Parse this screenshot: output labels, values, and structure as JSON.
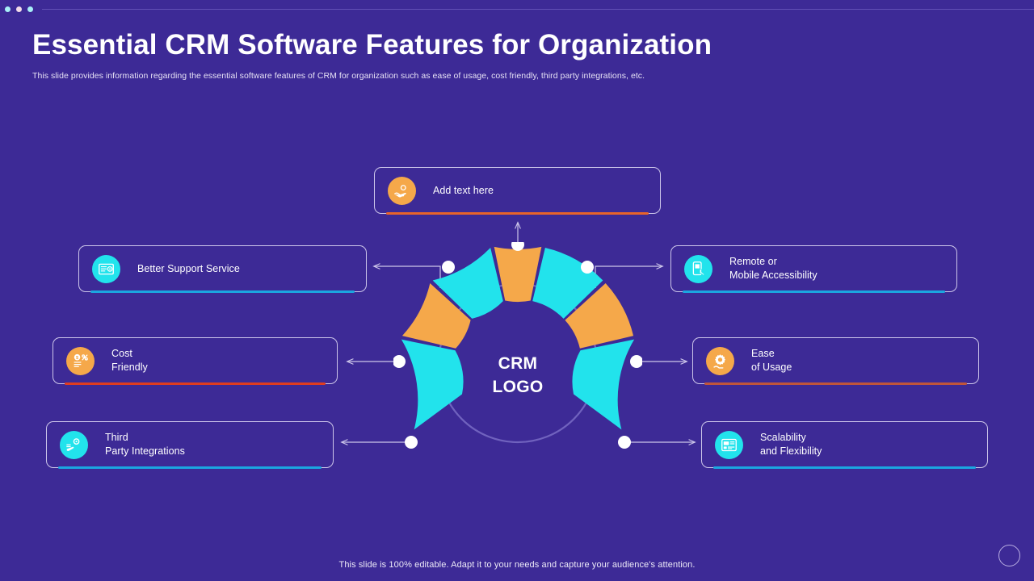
{
  "window": {
    "dots": [
      "window-dot-1",
      "window-dot-2",
      "window-dot-3"
    ]
  },
  "header": {
    "title": "Essential CRM Software Features for Organization",
    "subtitle": "This slide provides information regarding the essential software features of CRM for organization such as ease of usage, cost friendly, third party integrations, etc."
  },
  "hub": {
    "line1": "CRM",
    "line2": "LOGO"
  },
  "cards": [
    {
      "id": "add-text",
      "label_line1": "Add text here",
      "label_line2": "",
      "icon": "hand-coin-icon",
      "badge_color": "#f5a84a",
      "underline_color": "#e8632a",
      "position": "top"
    },
    {
      "id": "better-support-service",
      "label_line1": "Better Support Service",
      "label_line2": "",
      "icon": "document-gear-icon",
      "badge_color": "#22e3ec",
      "underline_color": "#1ba6e0",
      "position": "left-top"
    },
    {
      "id": "cost-friendly",
      "label_line1": "Cost",
      "label_line2": "Friendly",
      "icon": "money-percent-icon",
      "badge_color": "#f5a84a",
      "underline_color": "#e03c1f",
      "position": "left-middle"
    },
    {
      "id": "third-party-integrations",
      "label_line1": "Third",
      "label_line2": "Party Integrations",
      "icon": "hand-gear-icon",
      "badge_color": "#22e3ec",
      "underline_color": "#1ba6e0",
      "position": "left-bottom"
    },
    {
      "id": "remote-or-mobile-accessibility",
      "label_line1": "Remote or",
      "label_line2": "Mobile Accessibility",
      "icon": "mobile-touch-icon",
      "badge_color": "#22e3ec",
      "underline_color": "#1ba6e0",
      "position": "right-top"
    },
    {
      "id": "ease-of-usage",
      "label_line1": "Ease",
      "label_line2": "of Usage",
      "icon": "gear-hand-icon",
      "badge_color": "#f5a84a",
      "underline_color": "#c0553a",
      "position": "right-middle"
    },
    {
      "id": "scalability-and-flexibility",
      "label_line1": "Scalability",
      "label_line2": "and Flexibility",
      "icon": "dashboard-window-icon",
      "badge_color": "#22e3ec",
      "underline_color": "#1ba6e0",
      "position": "right-bottom"
    }
  ],
  "chart_data": {
    "type": "pie",
    "title": "CRM feature wheel",
    "segments": [
      {
        "name": "Add text here",
        "color": "#f5a84a",
        "start_deg": -22,
        "end_deg": 22
      },
      {
        "name": "Better Support Service",
        "color": "#22e3ec",
        "start_deg": -74,
        "end_deg": -26
      },
      {
        "name": "Cost Friendly",
        "color": "#f5a84a",
        "start_deg": -126,
        "end_deg": -78
      },
      {
        "name": "Third Party Integrations",
        "color": "#22e3ec",
        "start_deg": -178,
        "end_deg": -130
      },
      {
        "name": "Remote or Mobile Accessibility",
        "color": "#22e3ec",
        "start_deg": 26,
        "end_deg": 74
      },
      {
        "name": "Ease of Usage",
        "color": "#f5a84a",
        "start_deg": 78,
        "end_deg": 126
      },
      {
        "name": "Scalability and Flexibility",
        "color": "#22e3ec",
        "start_deg": 130,
        "end_deg": 178
      }
    ],
    "inner_radius": 78,
    "outer_radius": 150,
    "center_label": "CRM LOGO",
    "legend": "off",
    "grid": "off"
  },
  "footer": {
    "note": "This slide is 100% editable. Adapt it to your needs and capture your audience's attention."
  },
  "colors": {
    "background": "#3d2a96",
    "orange": "#f5a84a",
    "cyan": "#22e3ec",
    "card_border": "#cdc6ea",
    "connector": "#cdc6ea",
    "text": "#ffffff"
  }
}
